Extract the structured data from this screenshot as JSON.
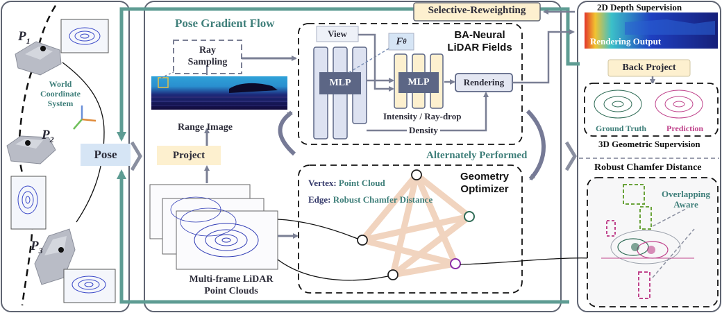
{
  "colors": {
    "teal": "#5e9c93",
    "panel_border": "#5f6472",
    "mlp_fill": "#dde2f1",
    "mlp_border": "#5c6685",
    "yellow_fill": "#fdf0cf",
    "pose_fill": "#d6e5f5",
    "point_color": "#2f3bb5",
    "gt_color": "#2e6b55",
    "pred_color": "#c0448c"
  },
  "left_panel": {
    "p1": "P",
    "p1_sub": "1",
    "p2": "P",
    "p2_sub": "2",
    "p3": "P",
    "p3_sub": "3",
    "world_line1": "World",
    "world_line2": "Coordinate",
    "world_line3": "System",
    "pose": "Pose"
  },
  "center_panel": {
    "title": "Pose Gradient Flow",
    "ray_sampling_line1": "Ray",
    "ray_sampling_line2": "Sampling",
    "range_image": "Range Image",
    "project": "Project",
    "multiframe_line1": "Multi-frame LiDAR",
    "multiframe_line2": "Point Clouds",
    "alternately": "Alternately Performed",
    "selective": "Selective-Reweighting"
  },
  "nerf_box": {
    "title_line1": "BA-Neural",
    "title_line2": "LiDAR Fields",
    "view": "View",
    "f_theta": "F",
    "f_theta_sub": "θ",
    "mlp_left": "MLP",
    "mlp_right": "MLP",
    "rendering": "Rendering",
    "intensity": "Intensity / Ray-drop",
    "density": "Density"
  },
  "geometry_box": {
    "title_line1": "Geometry",
    "title_line2": "Optimizer",
    "vertex_key": "Vertex:",
    "vertex_val": "Point Cloud",
    "edge_key": "Edge:",
    "edge_val": "Robust Chamfer Distance"
  },
  "right_panel": {
    "depth_title": "2D Depth Supervision",
    "rendering_output": "Rendering Output",
    "back_project": "Back Project",
    "ground_truth": "Ground Truth",
    "prediction": "Prediction",
    "geo_title": "3D Geometric Supervision",
    "robust_title": "Robust Chamfer Distance",
    "overlap_line1": "Overlapping",
    "overlap_line2": "Aware"
  }
}
